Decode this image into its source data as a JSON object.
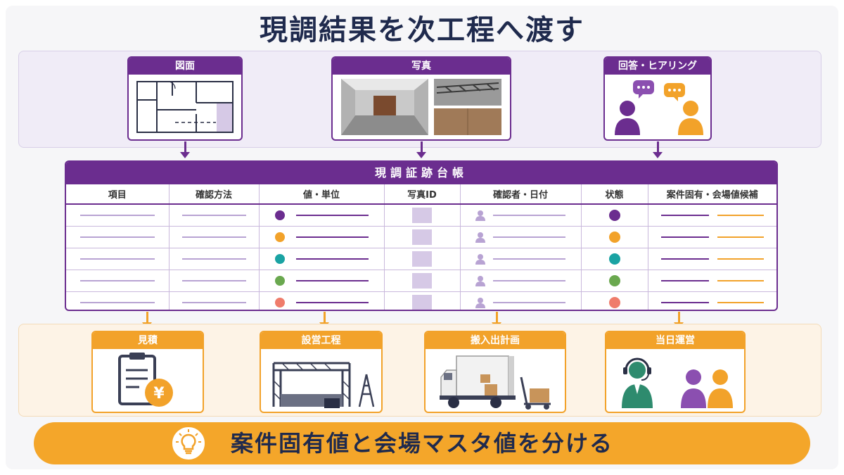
{
  "title": "現調結果を次工程へ渡す",
  "sources": [
    {
      "label": "図面",
      "icon": "floor-plan-icon"
    },
    {
      "label": "写真",
      "icon": "photo-collage-icon"
    },
    {
      "label": "回答・ヒアリング",
      "icon": "conversation-icon"
    }
  ],
  "ledger": {
    "title": "現調証跡台帳",
    "columns": [
      "項目",
      "確認方法",
      "値・単位",
      "写真ID",
      "確認者・日付",
      "状態",
      "案件固有・会場値候補"
    ],
    "row_colors": [
      "#6b2d8f",
      "#f2a22a",
      "#1aa3a3",
      "#6aa84f",
      "#ef7c6b"
    ]
  },
  "targets": [
    {
      "label": "見積",
      "icon": "estimate-clipboard-yen-icon"
    },
    {
      "label": "設営工程",
      "icon": "truss-stage-ladder-icon"
    },
    {
      "label": "搬入出計画",
      "icon": "delivery-truck-icon"
    },
    {
      "label": "当日運営",
      "icon": "operator-staff-icon"
    }
  ],
  "footer": {
    "text": "案件固有値と会場マスタ値を分ける",
    "icon": "lightbulb-icon"
  },
  "colors": {
    "purple": "#6b2d8f",
    "orange": "#f2a22a",
    "navy": "#1f2a4d"
  }
}
